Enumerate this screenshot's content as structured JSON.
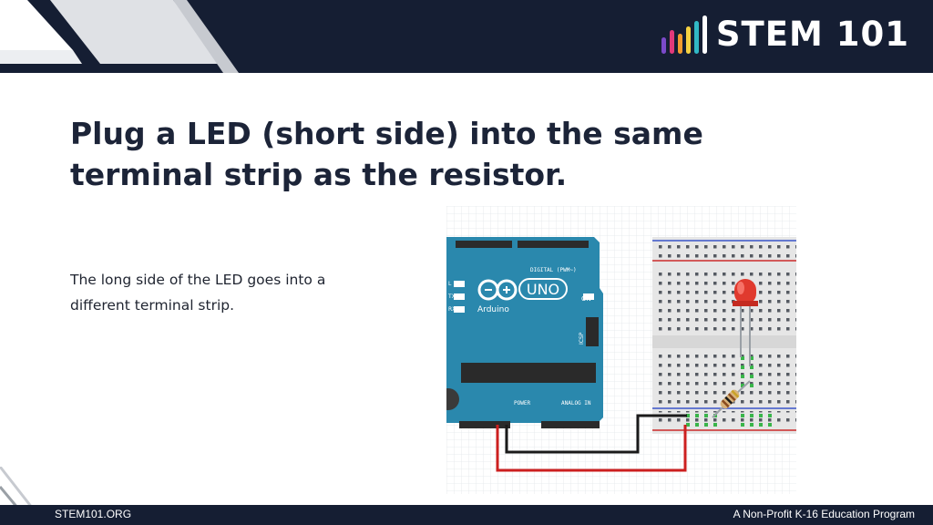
{
  "header": {
    "logo_text": "STEM 101",
    "logo_bar_colors": [
      "#7b4ac9",
      "#e2397a",
      "#f39c2e",
      "#f5d142",
      "#31b9c6",
      "#ffffff"
    ]
  },
  "slide": {
    "title": "Plug a LED (short side) into the same terminal strip as the resistor.",
    "body": "The long side of the LED goes into a different terminal strip."
  },
  "diagram": {
    "board_label_digital": "DIGITAL (PWM~)",
    "board_logo_text": "UNO",
    "board_brand": "Arduino",
    "board_on_label": "ON",
    "board_icsp_label": "ICSP",
    "board_power_label": "POWER",
    "board_analog_label": "ANALOG IN",
    "board_l_label": "L",
    "board_tx_label": "TX",
    "board_rx_label": "RX",
    "board_color": "#2a88ad",
    "wire_gnd_color": "#1a1a1a",
    "wire_5v_color": "#cc1f1f",
    "led_color": "#e03a2e"
  },
  "footer": {
    "left": "STEM101.ORG",
    "right": "A Non-Profit K-16 Education Program"
  }
}
